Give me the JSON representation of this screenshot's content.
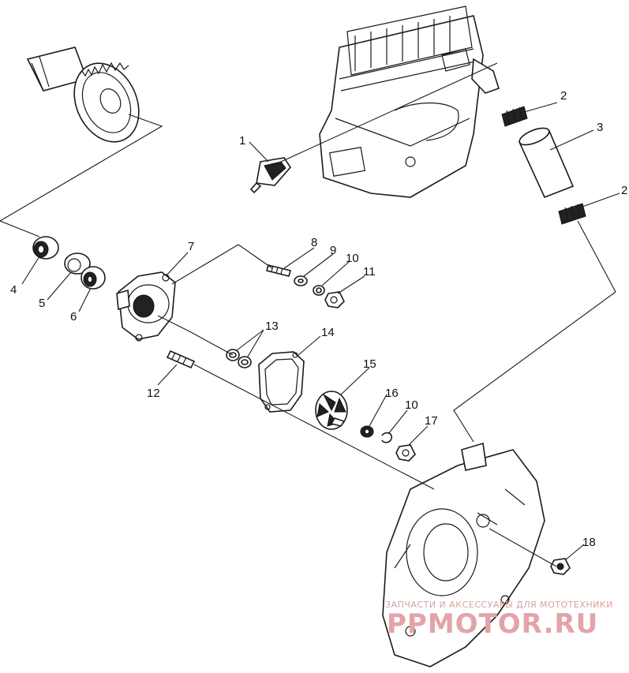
{
  "callouts": [
    {
      "id": "1",
      "label": "1"
    },
    {
      "id": "2a",
      "label": "2"
    },
    {
      "id": "2b",
      "label": "2"
    },
    {
      "id": "3",
      "label": "3"
    },
    {
      "id": "4",
      "label": "4"
    },
    {
      "id": "5",
      "label": "5"
    },
    {
      "id": "6",
      "label": "6"
    },
    {
      "id": "7",
      "label": "7"
    },
    {
      "id": "8",
      "label": "8"
    },
    {
      "id": "9",
      "label": "9"
    },
    {
      "id": "10a",
      "label": "10"
    },
    {
      "id": "10b",
      "label": "10"
    },
    {
      "id": "11",
      "label": "11"
    },
    {
      "id": "12",
      "label": "12"
    },
    {
      "id": "13",
      "label": "13"
    },
    {
      "id": "14",
      "label": "14"
    },
    {
      "id": "15",
      "label": "15"
    },
    {
      "id": "16",
      "label": "16"
    },
    {
      "id": "17",
      "label": "17"
    },
    {
      "id": "18",
      "label": "18"
    }
  ],
  "watermark": {
    "tagline": "ЗАПЧАСТИ И АКСЕССУАРЫ ДЛЯ МОТОТЕХНИКИ",
    "brand": "PPMOTOR.RU"
  }
}
